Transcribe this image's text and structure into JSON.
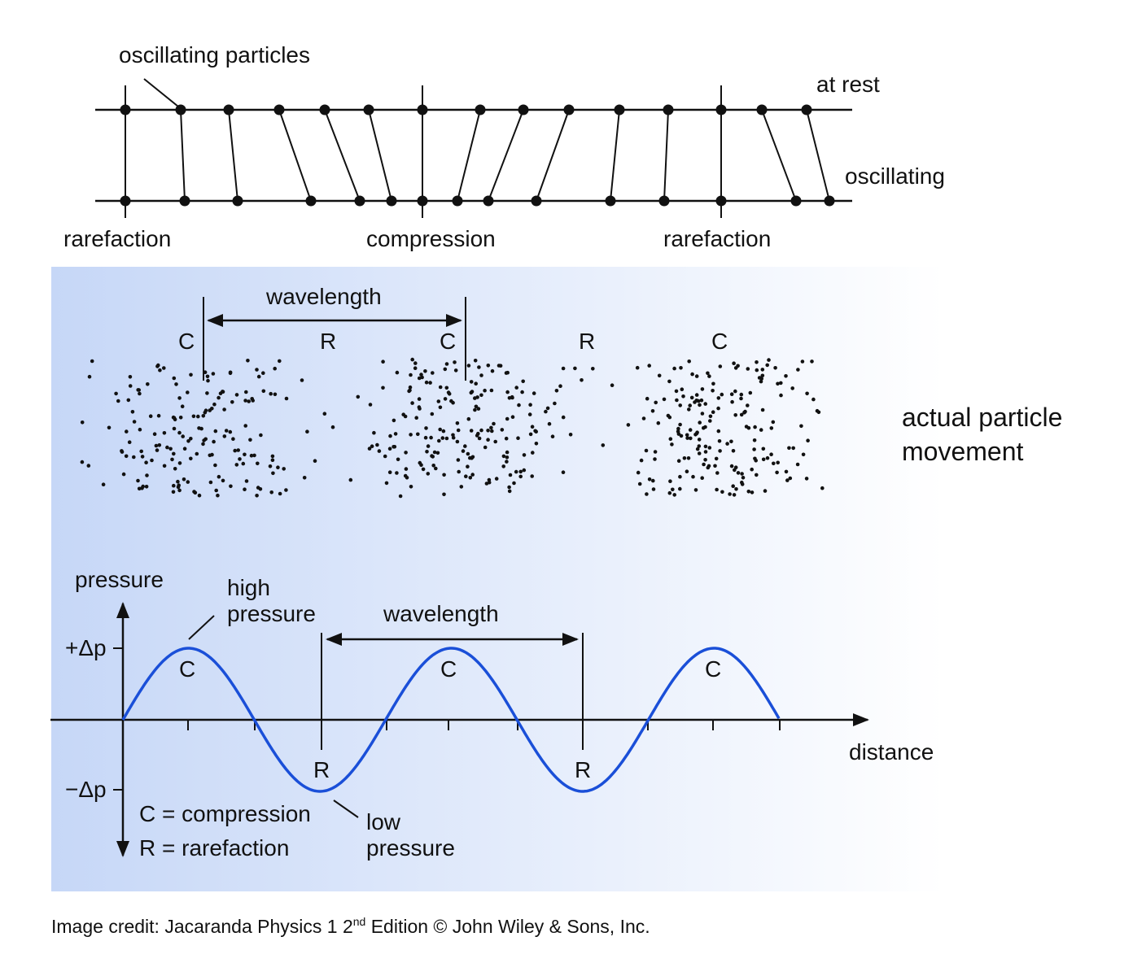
{
  "top": {
    "oscillating_particles": "oscillating particles",
    "at_rest": "at rest",
    "oscillating": "oscillating",
    "rarefaction_left": "rarefaction",
    "compression": "compression",
    "rarefaction_right": "rarefaction"
  },
  "particles": {
    "wavelength": "wavelength",
    "markers": [
      "C",
      "R",
      "C",
      "R",
      "C"
    ],
    "caption_line1": "actual particle",
    "caption_line2": "movement"
  },
  "graph": {
    "y_label": "pressure",
    "x_label": "distance",
    "high_pressure_1": "high",
    "high_pressure_2": "pressure",
    "low_pressure_1": "low",
    "low_pressure_2": "pressure",
    "wavelength": "wavelength",
    "plus_dp": "+Δp",
    "minus_dp": "−Δp",
    "peak_labels": [
      "C",
      "C",
      "C"
    ],
    "trough_labels": [
      "R",
      "R"
    ],
    "legend_c": "C = compression",
    "legend_r": "R = rarefaction",
    "wave_color": "#1a4fd8"
  },
  "credit": {
    "text_before": "Image credit: Jacaranda Physics 1 2",
    "superscript": "nd",
    "text_after": " Edition © John Wiley & Sons, Inc."
  },
  "colors": {
    "bg_left": "#c6d7f7",
    "bg_right": "#ffffff"
  }
}
